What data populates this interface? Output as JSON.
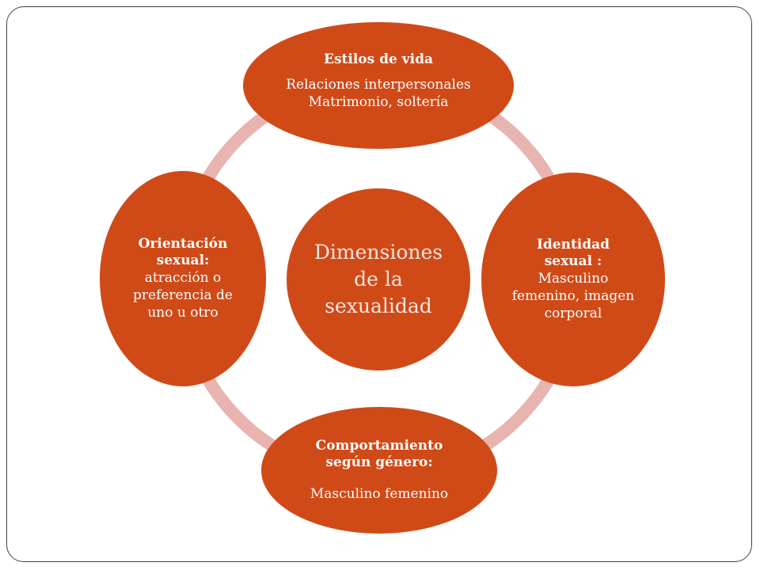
{
  "colors": {
    "node_fill": "#d04a18",
    "ring": "#e8b4b0",
    "center_fill": "#d04a18",
    "text": "#ffffff",
    "frame_border": "#444444"
  },
  "center": {
    "lines": [
      "Dimensiones",
      "de la",
      "sexualidad"
    ]
  },
  "nodes": {
    "top": {
      "title": "Estilos de vida",
      "lines": [
        "Relaciones interpersonales",
        "Matrimonio, soltería"
      ]
    },
    "right": {
      "title_lines": [
        "Identidad",
        "sexual :"
      ],
      "lines": [
        "Masculino",
        "femenino, imagen",
        "corporal"
      ]
    },
    "bottom": {
      "title_lines": [
        "Comportamiento",
        "según género:"
      ],
      "lines": [
        "Masculino femenino"
      ]
    },
    "left": {
      "title_lines": [
        "Orientación",
        "sexual:"
      ],
      "lines": [
        "atracción o",
        "preferencia de",
        "uno u otro"
      ]
    }
  }
}
